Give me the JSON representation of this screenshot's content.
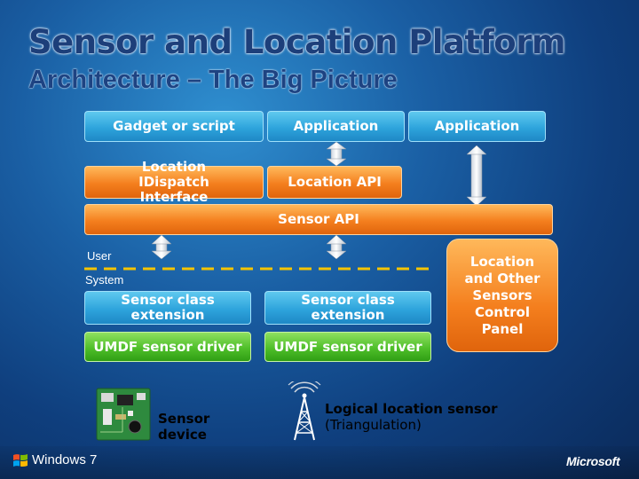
{
  "slide": {
    "title": "Sensor and Location Platform",
    "subtitle": "Architecture  – The Big Picture"
  },
  "diagram": {
    "top_row": [
      "Gadget or script",
      "Application",
      "Application"
    ],
    "idispatch": "Location IDispatch Interface",
    "location_api": "Location API",
    "sensor_api": "Sensor API",
    "user_label": "User",
    "system_label": "System",
    "class_ext_1": "Sensor class extension",
    "class_ext_2": "Sensor class extension",
    "driver_1": "UMDF sensor driver",
    "driver_2": "UMDF sensor driver",
    "control_panel": "Location and Other Sensors Control Panel",
    "sensor_device": "Sensor device",
    "logical_sensor_line1": "Logical location sensor",
    "logical_sensor_line2": "(Triangulation)"
  },
  "footer": {
    "windows": "Windows 7",
    "microsoft": "Microsoft"
  },
  "colors": {
    "blue_box": "#2ea4dc",
    "orange_box": "#f47f1e",
    "green_box": "#4fbf2a",
    "boundary_dash": "#f5c400"
  }
}
